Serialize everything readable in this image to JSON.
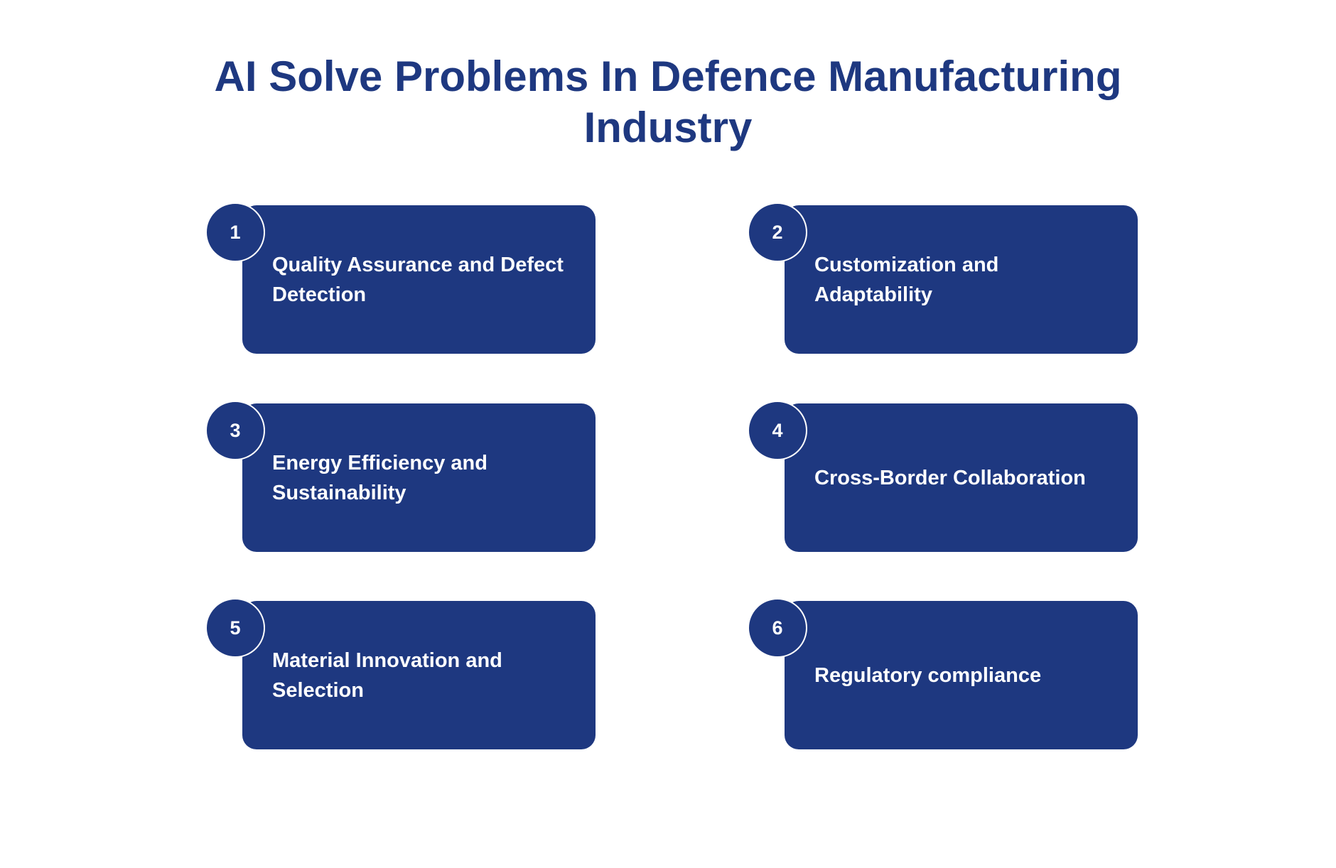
{
  "title": "AI Solve Problems In Defence Manufacturing Industry",
  "accent_color": "#1e3880",
  "items": [
    {
      "number": "1",
      "label": "Quality Assurance and Defect Detection"
    },
    {
      "number": "2",
      "label": "Customization and Adaptability"
    },
    {
      "number": "3",
      "label": "Energy Efficiency and Sustainability"
    },
    {
      "number": "4",
      "label": "Cross-Border Collaboration"
    },
    {
      "number": "5",
      "label": "Material Innovation and Selection"
    },
    {
      "number": "6",
      "label": "Regulatory compliance"
    }
  ]
}
